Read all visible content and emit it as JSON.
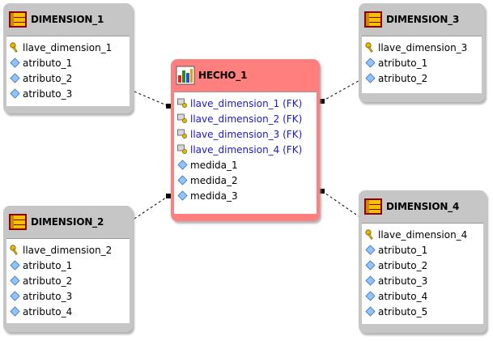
{
  "dimension_1": {
    "title": "DIMENSION_1",
    "key": "llave_dimension_1",
    "attributes": [
      "atributo_1",
      "atributo_2",
      "atributo_3"
    ]
  },
  "dimension_2": {
    "title": "DIMENSION_2",
    "key": "llave_dimension_2",
    "attributes": [
      "atributo_1",
      "atributo_2",
      "atributo_3",
      "atributo_4"
    ]
  },
  "dimension_3": {
    "title": "DIMENSION_3",
    "key": "llave_dimension_3",
    "attributes": [
      "atributo_1",
      "atributo_2"
    ]
  },
  "dimension_4": {
    "title": "DIMENSION_4",
    "key": "llave_dimension_4",
    "attributes": [
      "atributo_1",
      "atributo_2",
      "atributo_3",
      "atributo_4",
      "atributo_5"
    ]
  },
  "hecho_1": {
    "title": "HECHO_1",
    "foreign_keys": [
      "llave_dimension_1 (FK)",
      "llave_dimension_2 (FK)",
      "llave_dimension_3 (FK)",
      "llave_dimension_4 (FK)"
    ],
    "measures": [
      "medida_1",
      "medida_2",
      "medida_3"
    ]
  },
  "colors": {
    "fact_header": "#ff7f7f",
    "dimension_header": "#c6c6c6",
    "fk_text": "#1a1acc"
  },
  "icons": {
    "dimension": "table-icon",
    "fact": "fact-table-icon",
    "key": "primary-key-icon",
    "foreign_key": "foreign-key-icon",
    "attribute": "attribute-diamond-icon"
  }
}
